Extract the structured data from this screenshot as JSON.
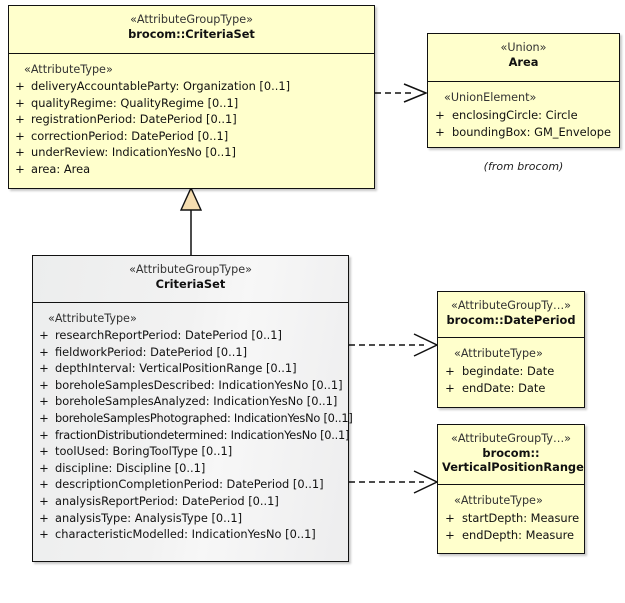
{
  "diagram": {
    "title": "brocom::CriteriaSet UML class diagram",
    "background": "#ffffff",
    "class_fill_yellow": "#ffffcc",
    "class_fill_white": "#f2f2f2",
    "line_color": "#111111",
    "generalization_fill": "#f5ddb0"
  },
  "classes": {
    "brocom_criteriaset": {
      "stereotype": "«AttributeGroupType»",
      "name": "brocom::CriteriaSet",
      "group_stereotype": "«AttributeType»",
      "attributes": [
        {
          "visibility": "+",
          "text": "deliveryAccountableParty: Organization [0..1]"
        },
        {
          "visibility": "+",
          "text": "qualityRegime: QualityRegime [0..1]"
        },
        {
          "visibility": "+",
          "text": "registrationPeriod: DatePeriod [0..1]"
        },
        {
          "visibility": "+",
          "text": "correctionPeriod: DatePeriod [0..1]"
        },
        {
          "visibility": "+",
          "text": "underReview: IndicationYesNo [0..1]"
        },
        {
          "visibility": "+",
          "text": "area: Area"
        }
      ]
    },
    "area": {
      "stereotype": "«Union»",
      "name": "Area",
      "group_stereotype": "«UnionElement»",
      "note": "(from brocom)",
      "attributes": [
        {
          "visibility": "+",
          "text": "enclosingCircle: Circle"
        },
        {
          "visibility": "+",
          "text": "boundingBox: GM_Envelope"
        }
      ]
    },
    "criteriaset": {
      "stereotype": "«AttributeGroupType»",
      "name": "CriteriaSet",
      "group_stereotype": "«AttributeType»",
      "attributes": [
        {
          "visibility": "+",
          "text": "researchReportPeriod: DatePeriod [0..1]"
        },
        {
          "visibility": "+",
          "text": "fieldworkPeriod: DatePeriod [0..1]"
        },
        {
          "visibility": "+",
          "text": "depthInterval: VerticalPositionRange [0..1]"
        },
        {
          "visibility": "+",
          "text": "boreholeSamplesDescribed: IndicationYesNo [0..1]"
        },
        {
          "visibility": "+",
          "text": "boreholeSamplesAnalyzed: IndicationYesNo [0..1]"
        },
        {
          "visibility": "+",
          "text": "boreholeSamplesPhotographed: IndicationYesNo [0..1]"
        },
        {
          "visibility": "+",
          "text": "fractionDistributiondetermined: IndicationYesNo [0..1]"
        },
        {
          "visibility": "+",
          "text": "toolUsed: BoringToolType [0..1]"
        },
        {
          "visibility": "+",
          "text": "discipline: Discipline [0..1]"
        },
        {
          "visibility": "+",
          "text": "descriptionCompletionPeriod: DatePeriod [0..1]"
        },
        {
          "visibility": "+",
          "text": "analysisReportPeriod: DatePeriod [0..1]"
        },
        {
          "visibility": "+",
          "text": "analysisType: AnalysisType [0..1]"
        },
        {
          "visibility": "+",
          "text": "characteristicModelled: IndicationYesNo [0..1]"
        }
      ]
    },
    "dateperiod": {
      "stereotype": "«AttributeGroupTy…»",
      "name": "brocom::DatePeriod",
      "group_stereotype": "«AttributeType»",
      "attributes": [
        {
          "visibility": "+",
          "text": "begindate: Date"
        },
        {
          "visibility": "+",
          "text": "endDate: Date"
        }
      ]
    },
    "verticalpositionrange": {
      "stereotype": "«AttributeGroupTy…»",
      "name_line1": "brocom::",
      "name_line2": "VerticalPositionRange",
      "group_stereotype": "«AttributeType»",
      "attributes": [
        {
          "visibility": "+",
          "text": "startDepth: Measure"
        },
        {
          "visibility": "+",
          "text": "endDepth: Measure"
        }
      ]
    }
  },
  "relationships": [
    {
      "name": "brocom-criteriaset-to-area",
      "type": "dependency",
      "style": "dashed",
      "arrowhead": "open",
      "from": "brocom_criteriaset",
      "to": "area"
    },
    {
      "name": "criteriaset-generalizes-brocom-criteriaset",
      "type": "generalization",
      "style": "solid",
      "arrowhead": "hollow-triangle",
      "from": "criteriaset",
      "to": "brocom_criteriaset"
    },
    {
      "name": "criteriaset-to-dateperiod",
      "type": "dependency",
      "style": "dashed",
      "arrowhead": "open",
      "from": "criteriaset",
      "to": "dateperiod"
    },
    {
      "name": "criteriaset-to-verticalpositionrange",
      "type": "dependency",
      "style": "dashed",
      "arrowhead": "open",
      "from": "criteriaset",
      "to": "verticalpositionrange"
    }
  ]
}
